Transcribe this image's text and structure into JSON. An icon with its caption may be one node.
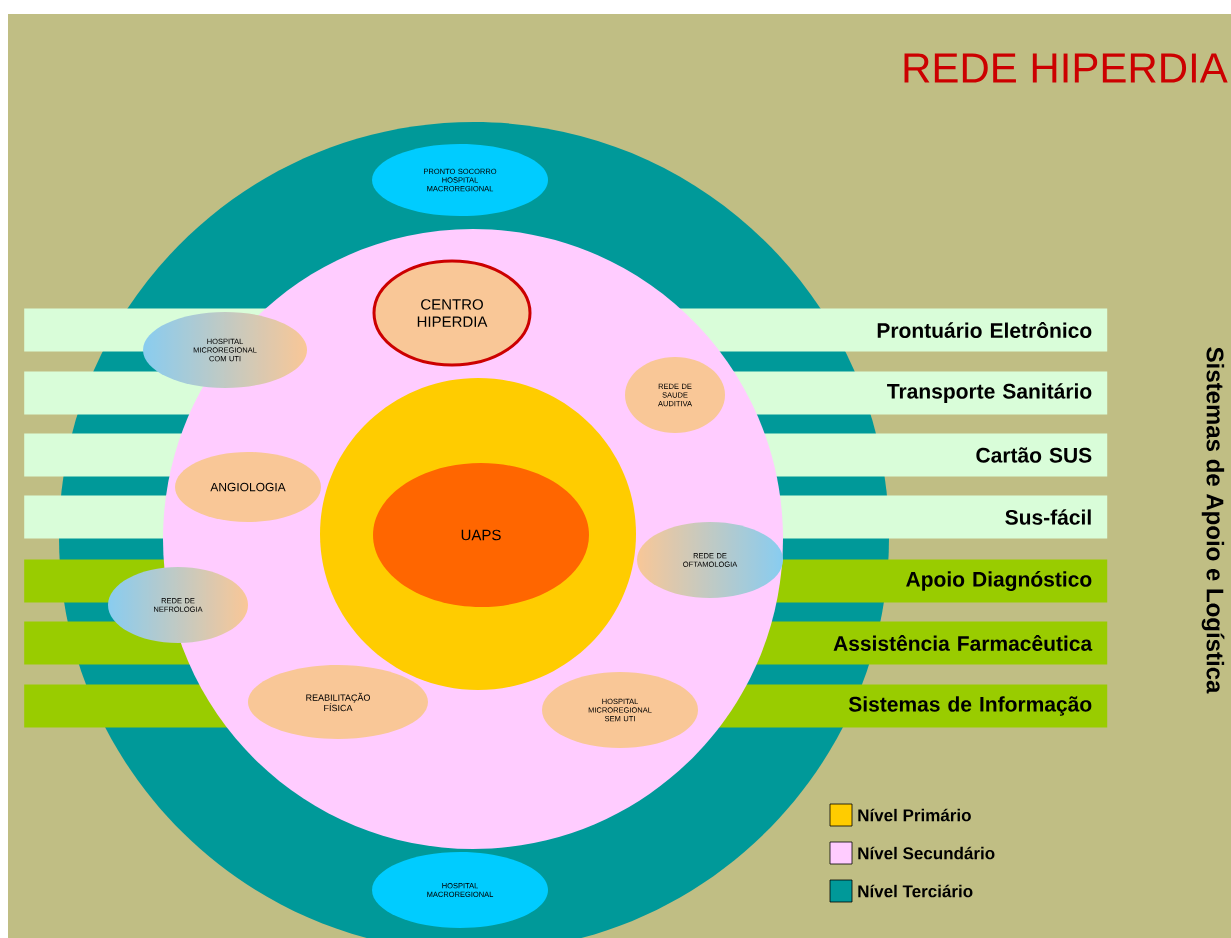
{
  "diagram": {
    "title": "REDE HIPERDIA",
    "nodes": [
      {
        "text": [],
        "shape": "circle"
      },
      {
        "text": [
          "PRONTO SOCORRO HOSPITAL MACROREGIONAL"
        ],
        "in": 0
      },
      {
        "text": [],
        "shape": "circle",
        "in": 0
      },
      {
        "text": [
          "CENTRO HIPERDIA"
        ],
        "in": 2
      },
      {
        "text": [
          "HOSPITAL MICROREGIONAL COM UTI"
        ],
        "in": 0
      },
      {
        "text": [
          "REDE DE SAUDE AUDITIVA"
        ],
        "in": 2
      },
      {
        "text": [],
        "shape": "circle",
        "in": 2
      },
      {
        "text": [
          "UAPS"
        ],
        "in": 6
      },
      {
        "text": [
          "ANGIOLOGIA"
        ],
        "in": 2
      },
      {
        "text": [
          "REDE DE OFTAMOLOGIA"
        ],
        "in": 2
      },
      {
        "text": [
          "REDE DE NEFROLOGIA"
        ],
        "in": 0
      },
      {
        "text": [
          "REABILITAÇÃO FÍSICA"
        ],
        "in": 2
      },
      {
        "text": [
          "HOSPITAL MICROREGIONAL SEM UTI"
        ],
        "in": 2
      },
      {
        "text": [
          "HOSPITAL MACROREGIONAL"
        ],
        "in": 0
      },
      {
        "text": [
          "Prontuário Eletrônico"
        ]
      },
      {
        "text": [
          "Transporte Sanitário"
        ]
      },
      {
        "text": [
          "Cartão SUS"
        ]
      },
      {
        "text": [
          "Sus-fácil"
        ]
      },
      {
        "text": [
          "Apoio Diagnóstico"
        ]
      },
      {
        "text": [
          "Assistência Farmacêutica"
        ]
      },
      {
        "text": [
          "Sistemas de Informação"
        ]
      }
    ],
    "labels": [
      "Sistemas de Apoio e Logística"
    ],
    "legend": [
      {
        "text": "Nível Primário",
        "color": "#ffcc00"
      },
      {
        "text": "Nível Secundário",
        "color": "#ffccff"
      },
      {
        "text": "Nível Terciário",
        "color": "#009999"
      }
    ]
  }
}
